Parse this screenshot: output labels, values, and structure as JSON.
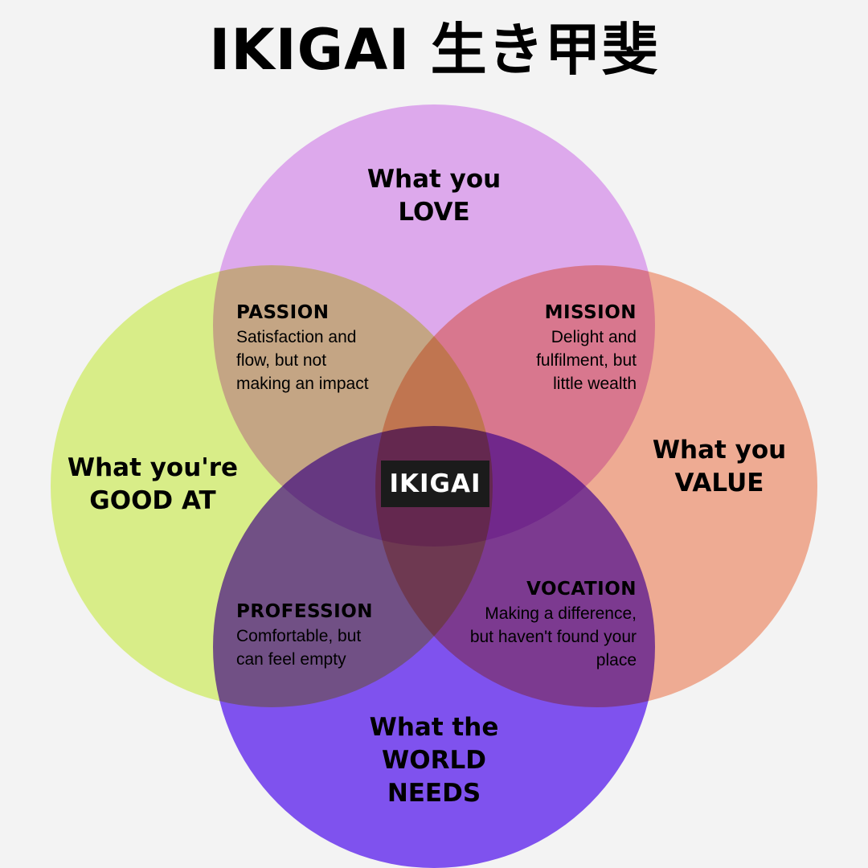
{
  "title": "IKIGAI 生き甲斐",
  "center_label": "IKIGAI",
  "colors": {
    "background": "#f3f3f3",
    "love": "#e8b2f8",
    "good_at": "#e3f98f",
    "value": "#fab49a",
    "world_needs": "#8556fa",
    "center_badge": "#1b1b1b"
  },
  "circles": {
    "love": {
      "line1": "What you",
      "line2": "LOVE"
    },
    "good_at": {
      "line1": "What you're",
      "line2": "GOOD AT"
    },
    "value": {
      "line1": "What you",
      "line2": "VALUE"
    },
    "world_needs": {
      "line1": "What the",
      "line2": "WORLD",
      "line3": "NEEDS"
    }
  },
  "overlaps": {
    "passion": {
      "title": "PASSION",
      "lines": [
        "Satisfaction and",
        "flow, but not",
        "making an impact"
      ]
    },
    "mission": {
      "title": "MISSION",
      "lines": [
        "Delight and",
        "fulfilment, but",
        "little wealth"
      ]
    },
    "profession": {
      "title": "PROFESSION",
      "lines": [
        "Comfortable, but",
        "can feel empty"
      ]
    },
    "vocation": {
      "title": "VOCATION",
      "lines": [
        "Making a difference,",
        "but haven't found your",
        "place"
      ]
    }
  }
}
